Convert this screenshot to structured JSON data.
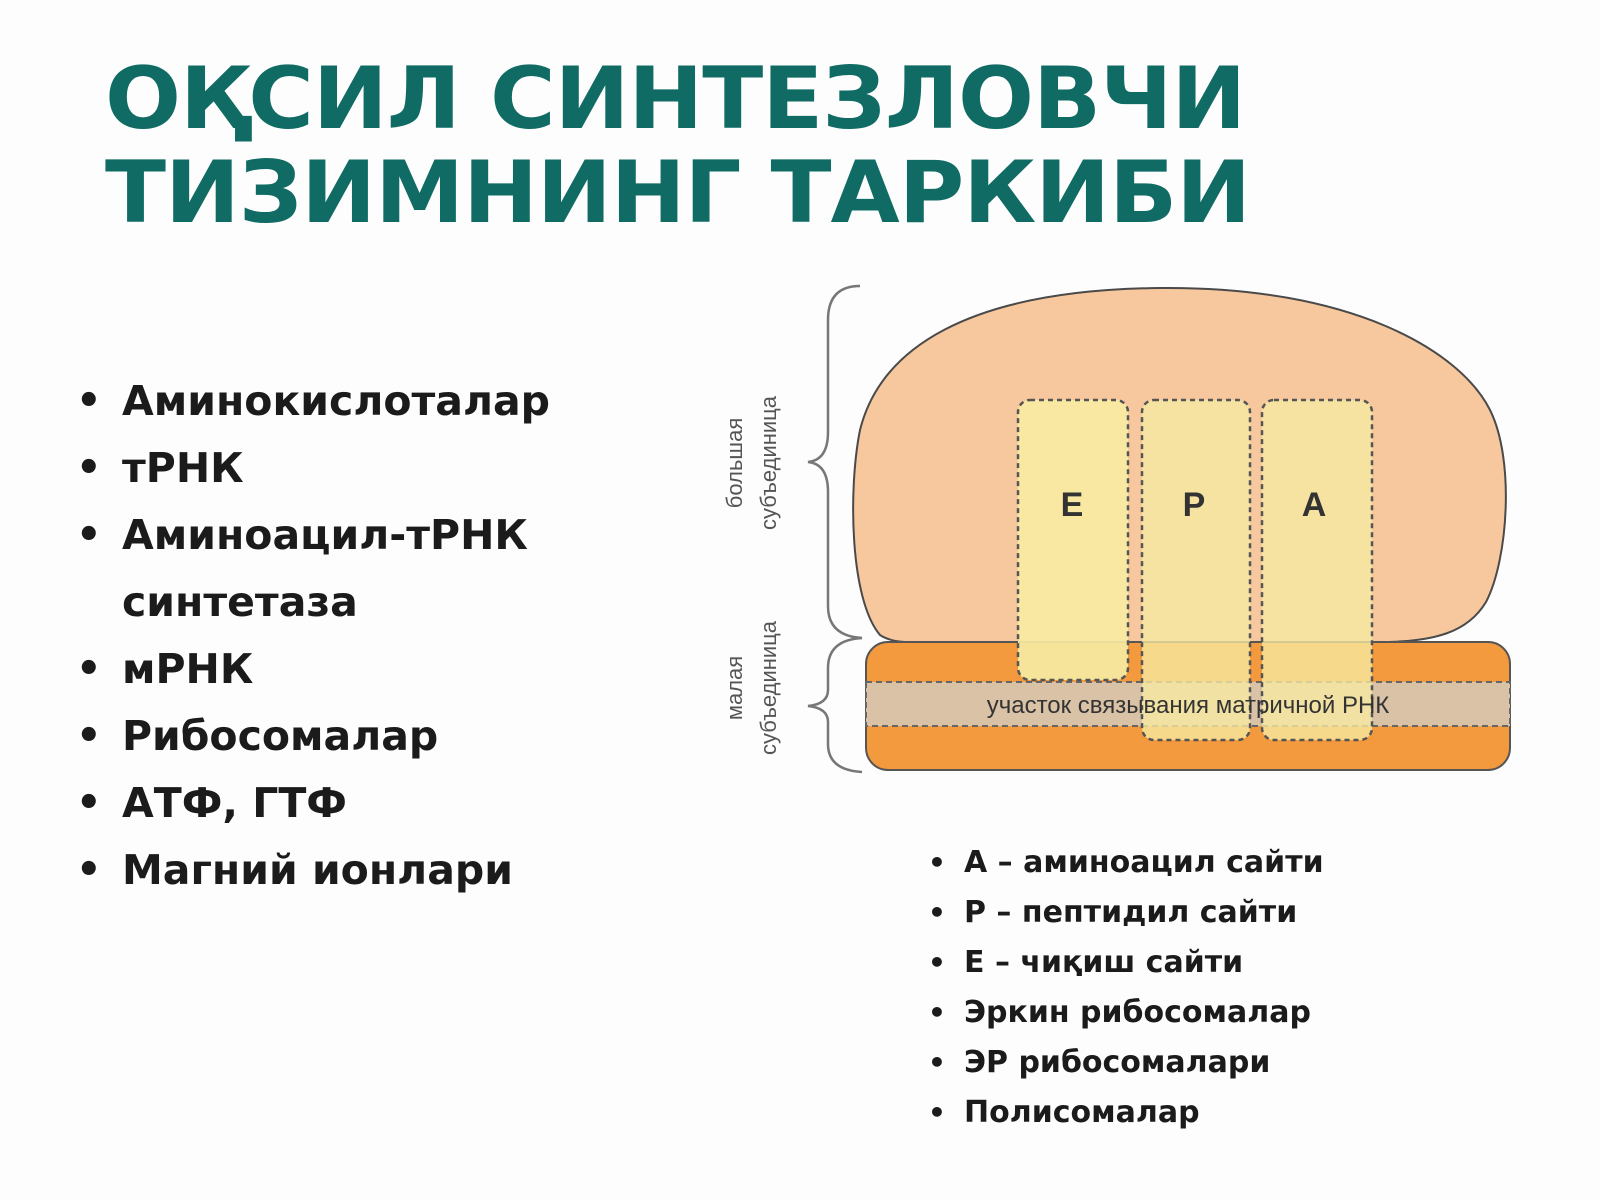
{
  "title": {
    "line1": "ОҚСИЛ СИНТЕЗЛОВЧИ",
    "line2": "ТИЗИМНИНГ ТАРКИБИ"
  },
  "components": [
    "Аминокислоталар",
    "тРНК",
    "Аминоацил-тРНК синтетаза",
    "мРНК",
    "Рибосомалар",
    "АТФ, ГТФ",
    "Магний ионлари"
  ],
  "diagram": {
    "large_subunit_label_1": "большая",
    "large_subunit_label_2": "субъединица",
    "small_subunit_label_1": "малая",
    "small_subunit_label_2": "субъединица",
    "site_e": "E",
    "site_p": "P",
    "site_a": "A",
    "mrna_band_label": "участок связывания матричной РНК",
    "colors": {
      "large_subunit": "#f7c89d",
      "small_subunit": "#f39a3e",
      "sites": "#f7eaa3",
      "mrna_band": "#d9c2a6"
    }
  },
  "legend": [
    "А – аминоацил сайти",
    "Р – пептидил сайти",
    "Е – чиқиш сайти",
    "Эркин рибосомалар",
    "ЭР рибосомалари",
    "Полисомалар"
  ]
}
